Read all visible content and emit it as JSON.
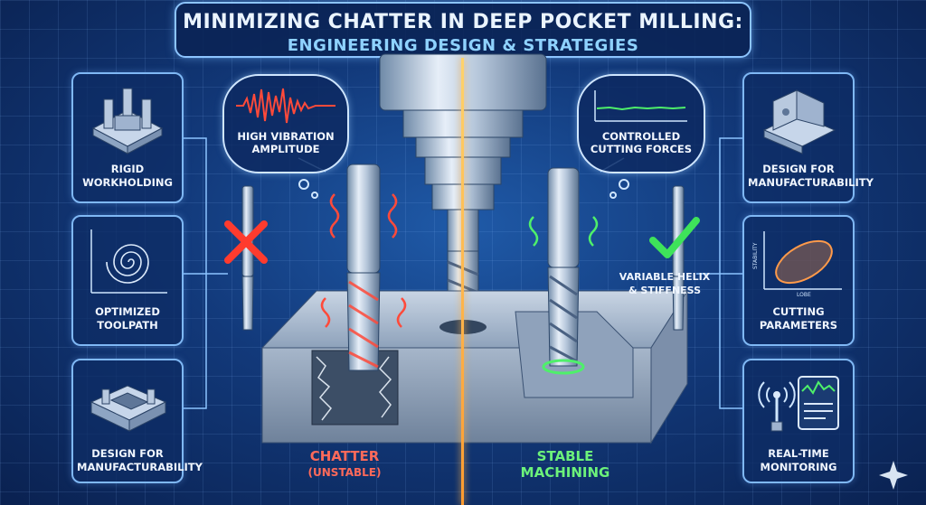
{
  "title": {
    "line1": "MINIMIZING CHATTER IN DEEP POCKET MILLING:",
    "line2": "ENGINEERING DESIGN & STRATEGIES"
  },
  "left_panels": [
    {
      "label": "RIGID WORKHOLDING",
      "icon": "fixture-icon"
    },
    {
      "label": "OPTIMIZED TOOLPATH",
      "icon": "spiral-toolpath-icon"
    },
    {
      "label": "DESIGN FOR MANUFACTURABILITY",
      "icon": "pocket-part-icon"
    }
  ],
  "right_panels": [
    {
      "label": "DESIGN FOR MANUFACTURABILITY",
      "icon": "bracket-part-icon"
    },
    {
      "label": "CUTTING PARAMETERS",
      "icon": "stability-lobe-icon",
      "axis_y": "STABILITY",
      "axis_x": "LOBE"
    },
    {
      "label": "REAL-TIME MONITORING",
      "icon": "sensor-monitor-icon"
    }
  ],
  "bubbles": {
    "left": "HIGH VIBRATION AMPLITUDE",
    "right": "CONTROLLED CUTTING FORCES"
  },
  "sides": {
    "unstable_line1": "CHATTER",
    "unstable_line2": "(UNSTABLE)",
    "stable": "STABLE MACHINING"
  },
  "helix_label": "VARIABLE HELIX & STIFFNESS",
  "colors": {
    "background": "#12397a",
    "accent_blue": "#8fd2ff",
    "unstable_red": "#ff4a3a",
    "stable_green": "#4ef06a",
    "centerline_orange": "#ffb347"
  }
}
